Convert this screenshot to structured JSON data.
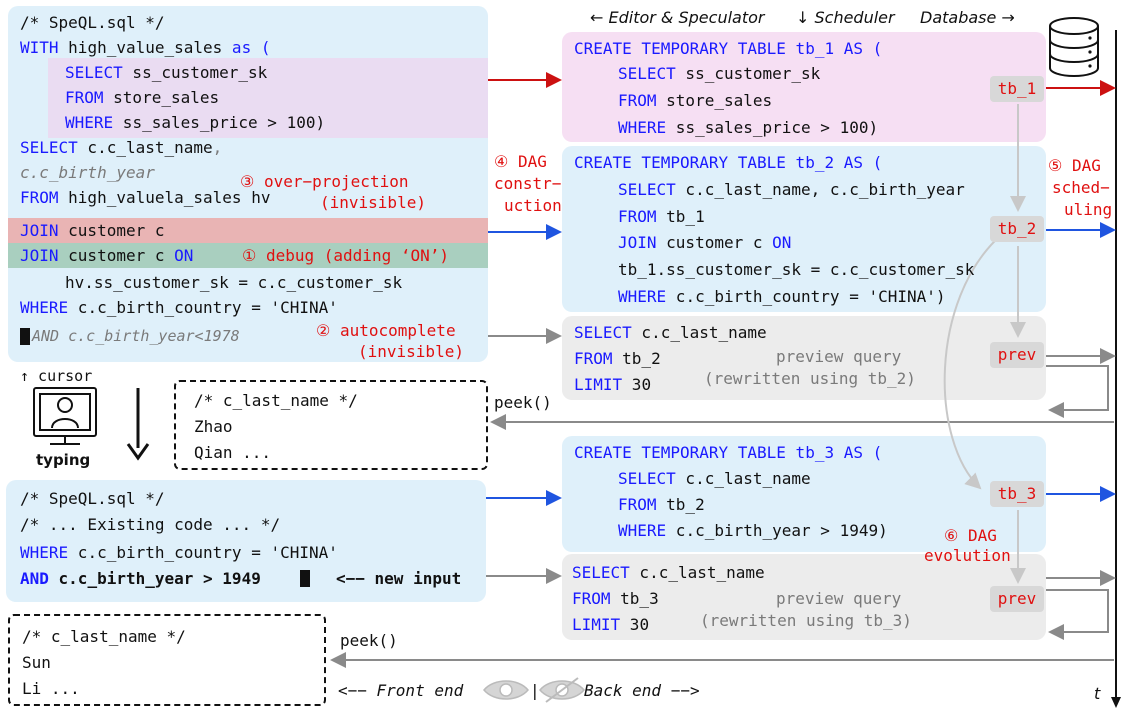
{
  "header": {
    "editor": "← Editor & Speculator",
    "scheduler": "↓ Scheduler",
    "database": "Database →"
  },
  "editor": {
    "lines": [
      "/* SpeQL.sql */",
      "WITH high_value_sales as (",
      "SELECT ss_customer_sk",
      "FROM store_sales",
      "WHERE ss_sales_price > 100)",
      "SELECT c.c_last_name,",
      "c.c_birth_year",
      "FROM high_valuela_sales hv",
      "JOIN customer c",
      "JOIN customer c ON",
      "hv.ss_customer_sk = c.c_customer_sk",
      "WHERE c.c_birth_country = 'CHINA'",
      "AND c.c_birth_year<1978"
    ]
  },
  "annotations": {
    "over_projection": "③ over−projection",
    "over_projection_sub": "(invisible)",
    "debug": "① debug (adding ‘ON’)",
    "autocomplete": "② autocomplete",
    "autocomplete_sub": "(invisible)",
    "dag_construction": [
      "④ DAG",
      "constr−",
      "uction"
    ],
    "dag_scheduling": [
      "⑤ DAG",
      "sched−",
      "uling"
    ],
    "dag_evolution": [
      "⑥ DAG",
      "evolution"
    ]
  },
  "tb1": {
    "lines": [
      "CREATE TEMPORARY TABLE tb_1 AS (",
      "SELECT ss_customer_sk",
      "FROM store_sales",
      "WHERE ss_sales_price > 100)"
    ],
    "tag": "tb_1"
  },
  "tb2": {
    "lines": [
      "CREATE TEMPORARY TABLE tb_2 AS (",
      "SELECT c.c_last_name, c.c_birth_year",
      "FROM tb_1",
      "JOIN customer c ON",
      "tb_1.ss_customer_sk = c.c_customer_sk",
      "WHERE c.c_birth_country = 'CHINA')"
    ],
    "tag": "tb_2"
  },
  "prev1": {
    "lines": [
      "SELECT c.c_last_name",
      "FROM tb_2",
      "LIMIT 30"
    ],
    "note": [
      "preview query",
      "(rewritten using tb_2)"
    ],
    "tag": "prev"
  },
  "tb3": {
    "lines": [
      "CREATE TEMPORARY TABLE tb_3 AS (",
      "SELECT c.c_last_name",
      "FROM tb_2",
      "WHERE c.c_birth_year > 1949)"
    ],
    "tag": "tb_3"
  },
  "prev2": {
    "lines": [
      "SELECT c.c_last_name",
      "FROM tb_3",
      "LIMIT 30"
    ],
    "note": [
      "preview query",
      "(rewritten using tb_3)"
    ],
    "tag": "prev"
  },
  "user": {
    "cursor": "↑ cursor",
    "typing": "typing"
  },
  "peek1": {
    "label": "peek()",
    "lines": [
      "/* c_last_name */",
      "Zhao",
      "Qian ..."
    ]
  },
  "editor2": {
    "lines": [
      "/* SpeQL.sql */",
      "/* ... Existing code ... */",
      "WHERE c.c_birth_country = 'CHINA'",
      "AND c.c_birth_year > 1949",
      "<−− new input"
    ]
  },
  "peek2": {
    "label": "peek()",
    "lines": [
      "/* c_last_name */",
      "Sun",
      "Li ..."
    ]
  },
  "footer": {
    "front": "<−− Front end",
    "sep": "|",
    "back": "Back end −−>",
    "t": "t"
  },
  "colors": {
    "blue_panel": "#dff0fa",
    "pink_panel": "#f6dff3",
    "purple_hl": "#eadcf2",
    "red_hl": "#e9b4b4",
    "green_hl": "#a9cfbf",
    "gray_panel": "#ececec",
    "keyword": "#1a1aff",
    "annotation": "#e01010",
    "arrow_red": "#cc1111",
    "arrow_blue": "#1f55e0",
    "arrow_gray": "#8a8a8a"
  }
}
